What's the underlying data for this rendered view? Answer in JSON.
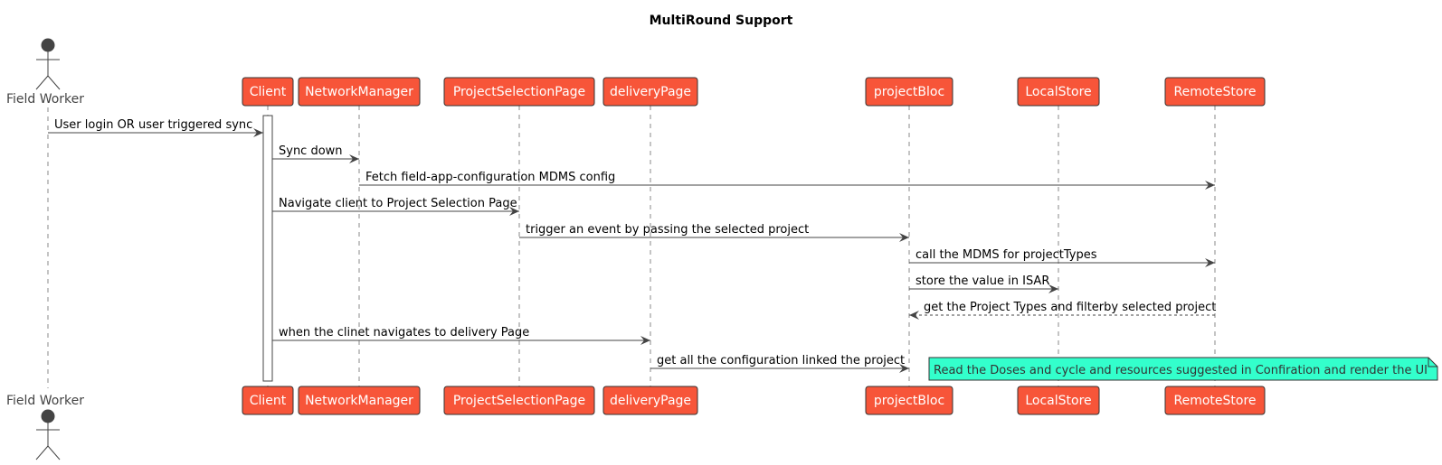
{
  "title": "MultiRound Support",
  "colors": {
    "participant_fill": "#F75539",
    "participant_stroke": "#333333",
    "note_fill": "#33FFCC",
    "line": "#444444"
  },
  "actor": {
    "label": "Field Worker"
  },
  "participants": [
    "Client",
    "NetworkManager",
    "ProjectSelectionPage",
    "deliveryPage",
    "projectBloc",
    "LocalStore",
    "RemoteStore"
  ],
  "messages": [
    {
      "from": "Field Worker",
      "to": "Client",
      "text": "User login OR user triggered sync",
      "style": "solid"
    },
    {
      "from": "Client",
      "to": "NetworkManager",
      "text": "Sync down",
      "style": "solid"
    },
    {
      "from": "NetworkManager",
      "to": "RemoteStore",
      "text": "Fetch field-app-configuration MDMS config",
      "style": "solid"
    },
    {
      "from": "Client",
      "to": "ProjectSelectionPage",
      "text": "Navigate client to Project Selection Page",
      "style": "solid"
    },
    {
      "from": "ProjectSelectionPage",
      "to": "projectBloc",
      "text": "trigger an event by passing the selected project",
      "style": "solid"
    },
    {
      "from": "projectBloc",
      "to": "RemoteStore",
      "text": "call the MDMS for projectTypes",
      "style": "solid"
    },
    {
      "from": "projectBloc",
      "to": "LocalStore",
      "text": "store the value in ISAR",
      "style": "solid"
    },
    {
      "from": "RemoteStore",
      "to": "projectBloc",
      "text": "get the Project Types and filterby selected project",
      "style": "dashed"
    },
    {
      "from": "Client",
      "to": "deliveryPage",
      "text": "when the clinet navigates to delivery Page",
      "style": "solid"
    },
    {
      "from": "deliveryPage",
      "to": "projectBloc",
      "text": "get all the configuration linked the project",
      "style": "solid"
    }
  ],
  "note": {
    "text": "Read the Doses and cycle and resources suggested in Confiration and render the UI"
  }
}
